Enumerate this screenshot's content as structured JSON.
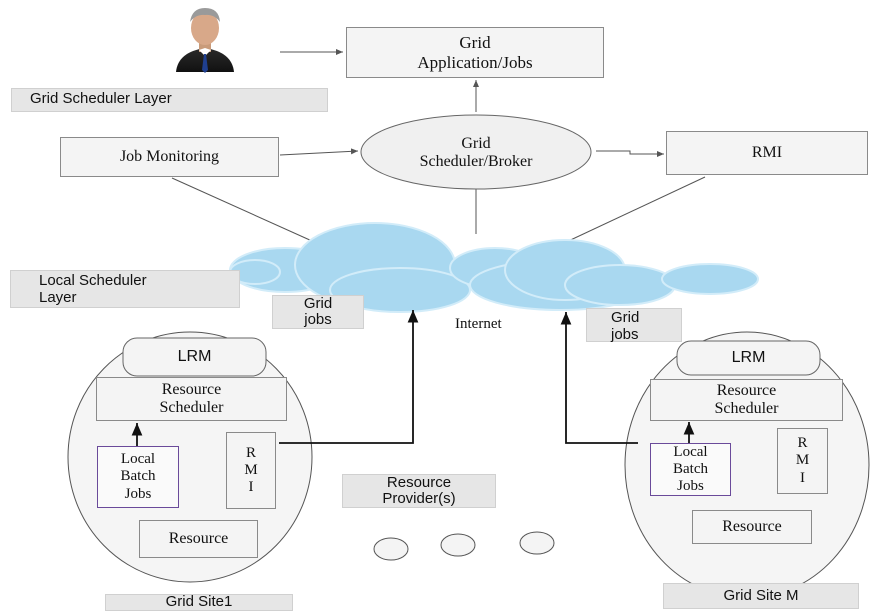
{
  "grid_app": "Grid\nApplication/Jobs",
  "grid_scheduler_layer": "Grid Scheduler Layer",
  "broker": "Grid\nScheduler/Broker",
  "job_monitoring": "Job Monitoring",
  "rmi_top": "RMI",
  "local_scheduler_layer": "Local Scheduler\nLayer",
  "grid_jobs_left": "Grid\njobs",
  "grid_jobs_right": "Grid\njobs",
  "internet": "Internet",
  "resource_provider": "Resource\nProvider(s)",
  "site1": {
    "lrm": "LRM",
    "resource_scheduler": "Resource\nScheduler",
    "local_batch_jobs": "Local\nBatch\nJobs",
    "rmi": "R\nM\nI",
    "resource": "Resource",
    "label": "Grid Site1"
  },
  "siteM": {
    "lrm": "LRM",
    "resource_scheduler": "Resource\nScheduler",
    "local_batch_jobs": "Local\nBatch\nJobs",
    "rmi": "R\nM\nI",
    "resource": "Resource",
    "label": "Grid Site M"
  },
  "colors": {
    "cloud": "#a9d8f0",
    "cloud_edge": "#c9e8f7",
    "line": "#555555",
    "arrow": "#111111",
    "purple": "#6a4a9a"
  },
  "icons": {
    "user": "user-icon"
  }
}
